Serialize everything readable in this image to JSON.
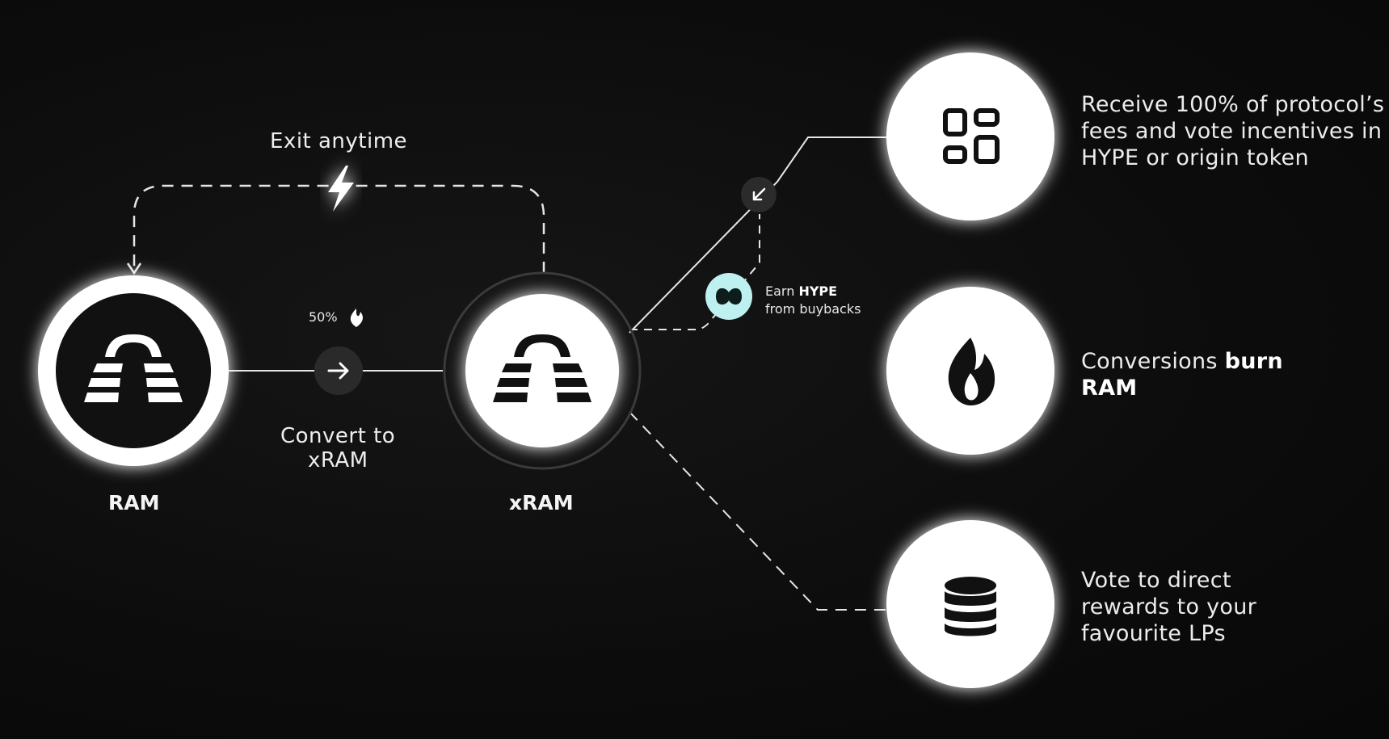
{
  "nodes": {
    "ram": {
      "label": "RAM"
    },
    "xram": {
      "label": "xRAM"
    }
  },
  "flow": {
    "exit_label": "Exit anytime",
    "convert_label_line1": "Convert to",
    "convert_label_line2": "xRAM",
    "burn_percent": "50%"
  },
  "hype": {
    "earn_prefix": "Earn",
    "earn_token": "HYPE",
    "earn_suffix": "from buybacks"
  },
  "benefits": [
    {
      "icon": "grid-icon",
      "lines": [
        "Receive 100% of protocol’s",
        "fees and vote incentives in",
        "HYPE or origin token"
      ]
    },
    {
      "icon": "flame-icon",
      "line1_prefix": "Conversions",
      "line1_bold": "burn",
      "line2_bold": "RAM"
    },
    {
      "icon": "database-icon",
      "lines": [
        "Vote to direct",
        "rewards to your",
        "favourite LPs"
      ]
    }
  ],
  "colors": {
    "background": "#0d0d0d",
    "foreground": "#ffffff",
    "hype_badge": "#bdf0ee"
  }
}
